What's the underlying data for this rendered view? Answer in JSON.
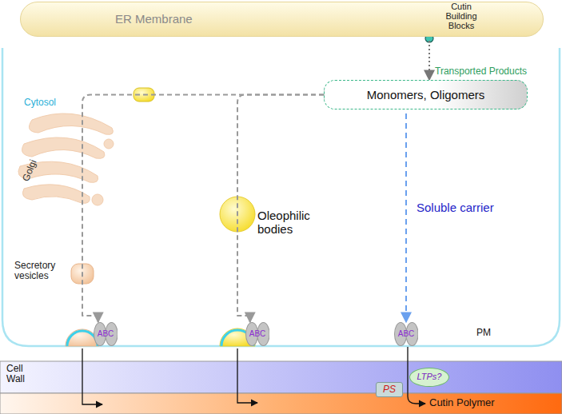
{
  "diagram": {
    "nodes": [
      {
        "text": [
          "ER Membrane"
        ]
      },
      {
        "text": [
          "Transported Products",
          "Monomers, Oligomers"
        ]
      },
      {
        "text": [
          "ABC"
        ]
      },
      {
        "text": [
          "ABC"
        ]
      },
      {
        "text": [
          "ABC"
        ]
      },
      {
        "text": [
          "LTPs?"
        ]
      },
      {
        "text": [
          "PS"
        ]
      }
    ],
    "edges": [
      {
        "from": 0,
        "to": 1,
        "arrow": "to"
      },
      {
        "from": 1,
        "to": 2,
        "arrow": "to"
      },
      {
        "from": 1,
        "to": 3,
        "arrow": "to"
      },
      {
        "from": 1,
        "to": 4,
        "arrow": "to"
      }
    ],
    "labels": [
      "Cutin Building Blocks",
      "Cytosol",
      "Golgi",
      "Secretory vesicles",
      "Oleophilic bodies",
      "Soluble carrier",
      "PM",
      "Cell Wall",
      "Cutin Polymer"
    ]
  }
}
